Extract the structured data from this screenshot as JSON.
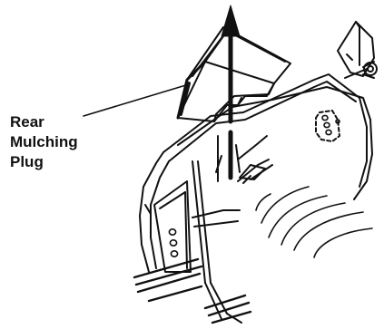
{
  "figure": {
    "callout_label": {
      "lines": [
        "Rear",
        "Mulching",
        "Plug"
      ]
    },
    "arrow_direction": "up",
    "colors": {
      "ink": "#111111",
      "background": "#ffffff"
    }
  }
}
